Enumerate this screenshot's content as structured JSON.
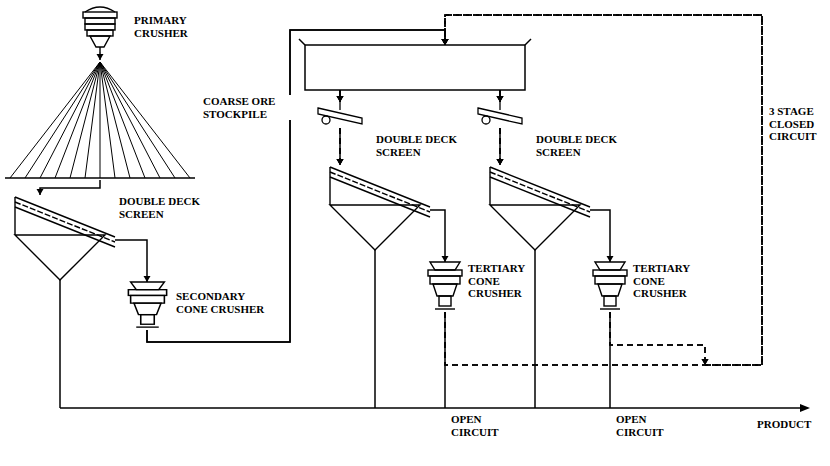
{
  "diagram": {
    "nodes": [
      {
        "text": [
          "PRIMARY CRUSHER"
        ]
      },
      {
        "text": [
          "COARSE ORE STOCKPILE"
        ]
      },
      {
        "text": [
          "DOUBLE DECK SCREEN"
        ]
      },
      {
        "text": [
          "SECONDARY CONE CRUSHER"
        ]
      },
      {
        "text": [
          "DOUBLE DECK SCREEN"
        ]
      },
      {
        "text": [
          "DOUBLE DECK SCREEN"
        ]
      },
      {
        "text": [
          "TERTIARY CONE CRUSHER"
        ]
      },
      {
        "text": [
          "TERTIARY CONE CRUSHER"
        ]
      }
    ],
    "edges": [
      {
        "from": 0,
        "to": 1,
        "arrow": "to"
      },
      {
        "from": 1,
        "to": 2,
        "arrow": "to"
      },
      {
        "from": 2,
        "to": 3,
        "arrow": "to"
      },
      {
        "from": 3,
        "to": 4,
        "arrow": "to"
      },
      {
        "from": 3,
        "to": 5,
        "arrow": "to"
      },
      {
        "from": 4,
        "to": 6,
        "arrow": "to"
      },
      {
        "from": 5,
        "to": 7,
        "arrow": "to"
      },
      {
        "from": 6,
        "to": 4,
        "arrow": "to"
      },
      {
        "from": 6,
        "to": 5,
        "arrow": "to"
      },
      {
        "from": 7,
        "to": 4,
        "arrow": "to"
      },
      {
        "from": 7,
        "to": 5,
        "arrow": "to"
      }
    ],
    "labels": [
      "3 STAGE CLOSED CIRCUIT",
      "OPEN CIRCUIT",
      "OPEN CIRCUIT",
      "PRODUCT"
    ]
  }
}
